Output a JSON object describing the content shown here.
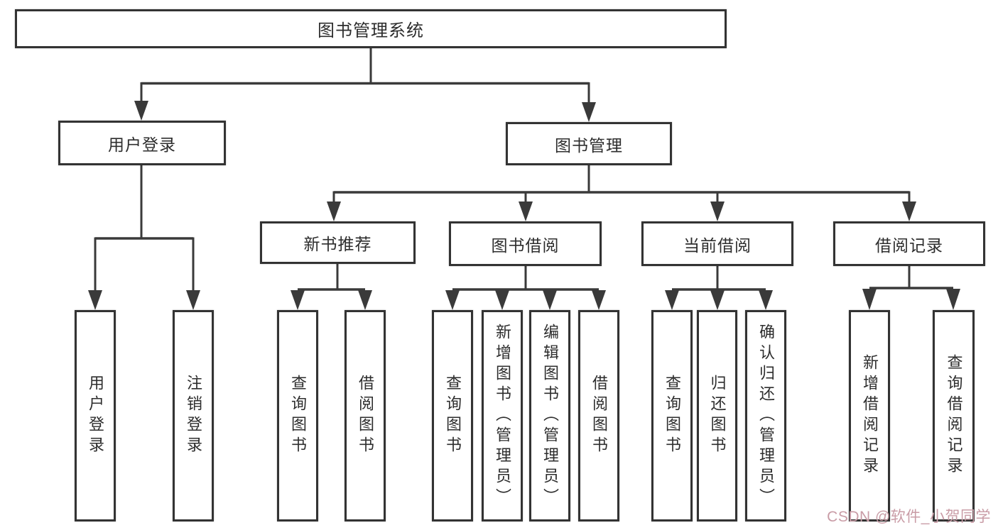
{
  "diagram": {
    "root": {
      "label": "图书管理系统"
    },
    "branches": [
      {
        "label": "用户登录",
        "children": [
          {
            "label": "用户登录"
          },
          {
            "label": "注销登录"
          }
        ]
      },
      {
        "label": "图书管理",
        "children": [
          {
            "label": "新书推荐",
            "children": [
              {
                "label": "查询图书"
              },
              {
                "label": "借阅图书"
              }
            ]
          },
          {
            "label": "图书借阅",
            "children": [
              {
                "label": "查询图书"
              },
              {
                "label": "新增图书（管理员）"
              },
              {
                "label": "编辑图书（管理员）"
              },
              {
                "label": "借阅图书"
              }
            ]
          },
          {
            "label": "当前借阅",
            "children": [
              {
                "label": "查询图书"
              },
              {
                "label": "归还图书"
              },
              {
                "label": "确认归还（管理员）"
              }
            ]
          },
          {
            "label": "借阅记录",
            "children": [
              {
                "label": "新增借阅记录"
              },
              {
                "label": "查询借阅记录"
              }
            ]
          }
        ]
      }
    ]
  },
  "watermark": {
    "text": "CSDN @软件_小贺同学"
  },
  "colors": {
    "line": "#3a3a3a",
    "border": "#333333",
    "fill": "#ffffff",
    "text": "#2d2d2d",
    "watermark": "#c99ca6"
  }
}
